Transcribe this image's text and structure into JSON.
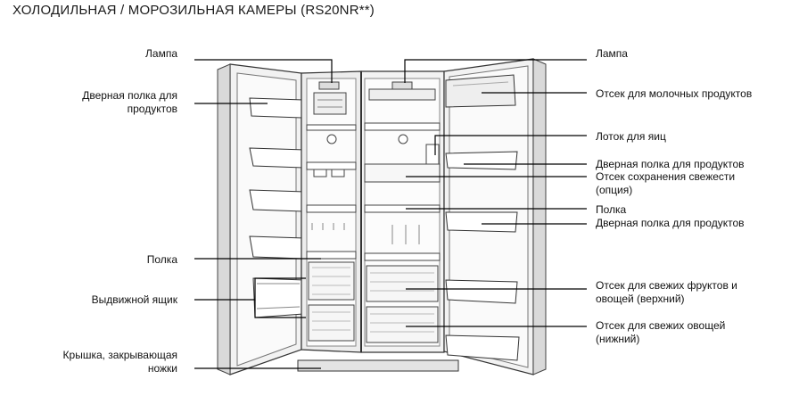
{
  "title": "ХОЛОДИЛЬНАЯ / МОРОЗИЛЬНАЯ КАМЕРЫ (RS20NR**)",
  "labels_left": [
    {
      "id": "lamp-left",
      "lines": [
        "Лампа"
      ]
    },
    {
      "id": "door-shelf-left",
      "lines": [
        "Дверная полка для",
        "продуктов"
      ]
    },
    {
      "id": "shelf-left",
      "lines": [
        "Полка"
      ]
    },
    {
      "id": "drawer-left",
      "lines": [
        "Выдвижной ящик"
      ]
    },
    {
      "id": "leg-cover",
      "lines": [
        "Крышка, закрывающая",
        "ножки"
      ]
    }
  ],
  "labels_right": [
    {
      "id": "lamp-right",
      "lines": [
        "Лампа"
      ]
    },
    {
      "id": "dairy",
      "lines": [
        "Отсек для молочных продуктов"
      ]
    },
    {
      "id": "egg-tray",
      "lines": [
        "Лоток для яиц"
      ]
    },
    {
      "id": "door-shelf-right-1",
      "lines": [
        "Дверная полка для продуктов"
      ]
    },
    {
      "id": "freshness",
      "lines": [
        "Отсек сохранения свежести",
        "(опция)"
      ]
    },
    {
      "id": "shelf-right",
      "lines": [
        "Полка"
      ]
    },
    {
      "id": "door-shelf-right-2",
      "lines": [
        "Дверная полка для продуктов"
      ]
    },
    {
      "id": "fruit-veg",
      "lines": [
        "Отсек для свежих фруктов и",
        "овощей (верхний)"
      ]
    },
    {
      "id": "veg",
      "lines": [
        "Отсек для свежих овощей",
        "(нижний)"
      ]
    }
  ]
}
